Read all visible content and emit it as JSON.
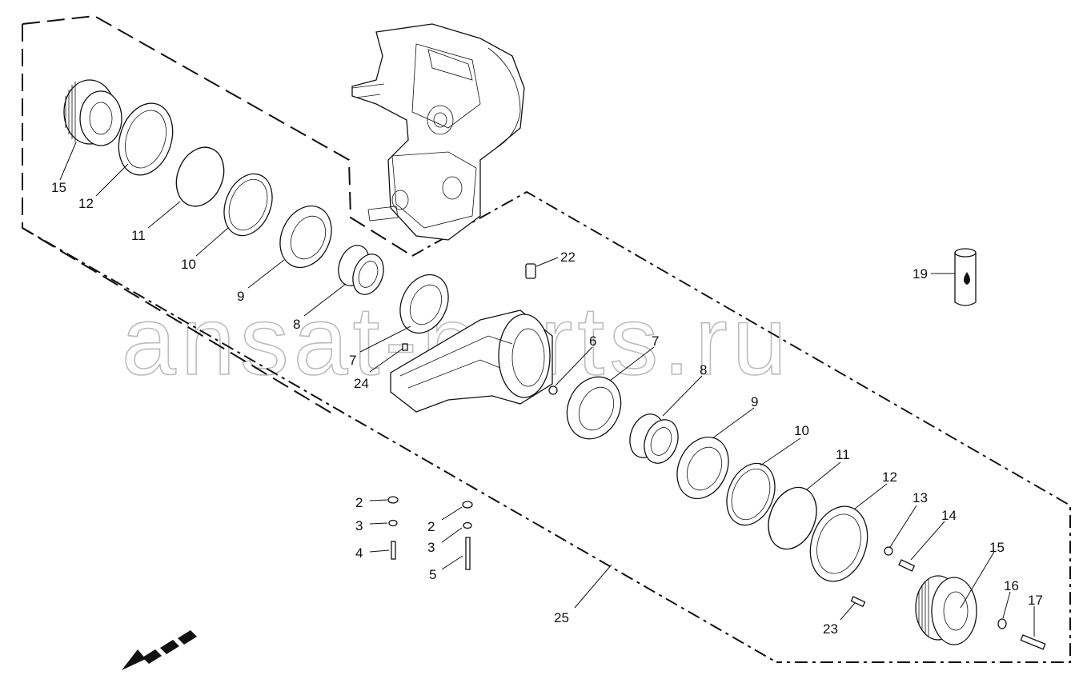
{
  "watermark": "ansat-parts.ru",
  "callouts": {
    "c15a": "15",
    "c12a": "12",
    "c11a": "11",
    "c10a": "10",
    "c9a": "9",
    "c8a": "8",
    "c7a": "7",
    "c24": "24",
    "c22": "22",
    "c19": "19",
    "c6": "6",
    "c7b": "7",
    "c8b": "8",
    "c9b": "9",
    "c10b": "10",
    "c11b": "11",
    "c12b": "12",
    "c13": "13",
    "c14": "14",
    "c15b": "15",
    "c16": "16",
    "c17": "17",
    "c23": "23",
    "c25": "25",
    "c2a": "2",
    "c3a": "3",
    "c4": "4",
    "c2b": "2",
    "c3b": "3",
    "c5": "5"
  }
}
